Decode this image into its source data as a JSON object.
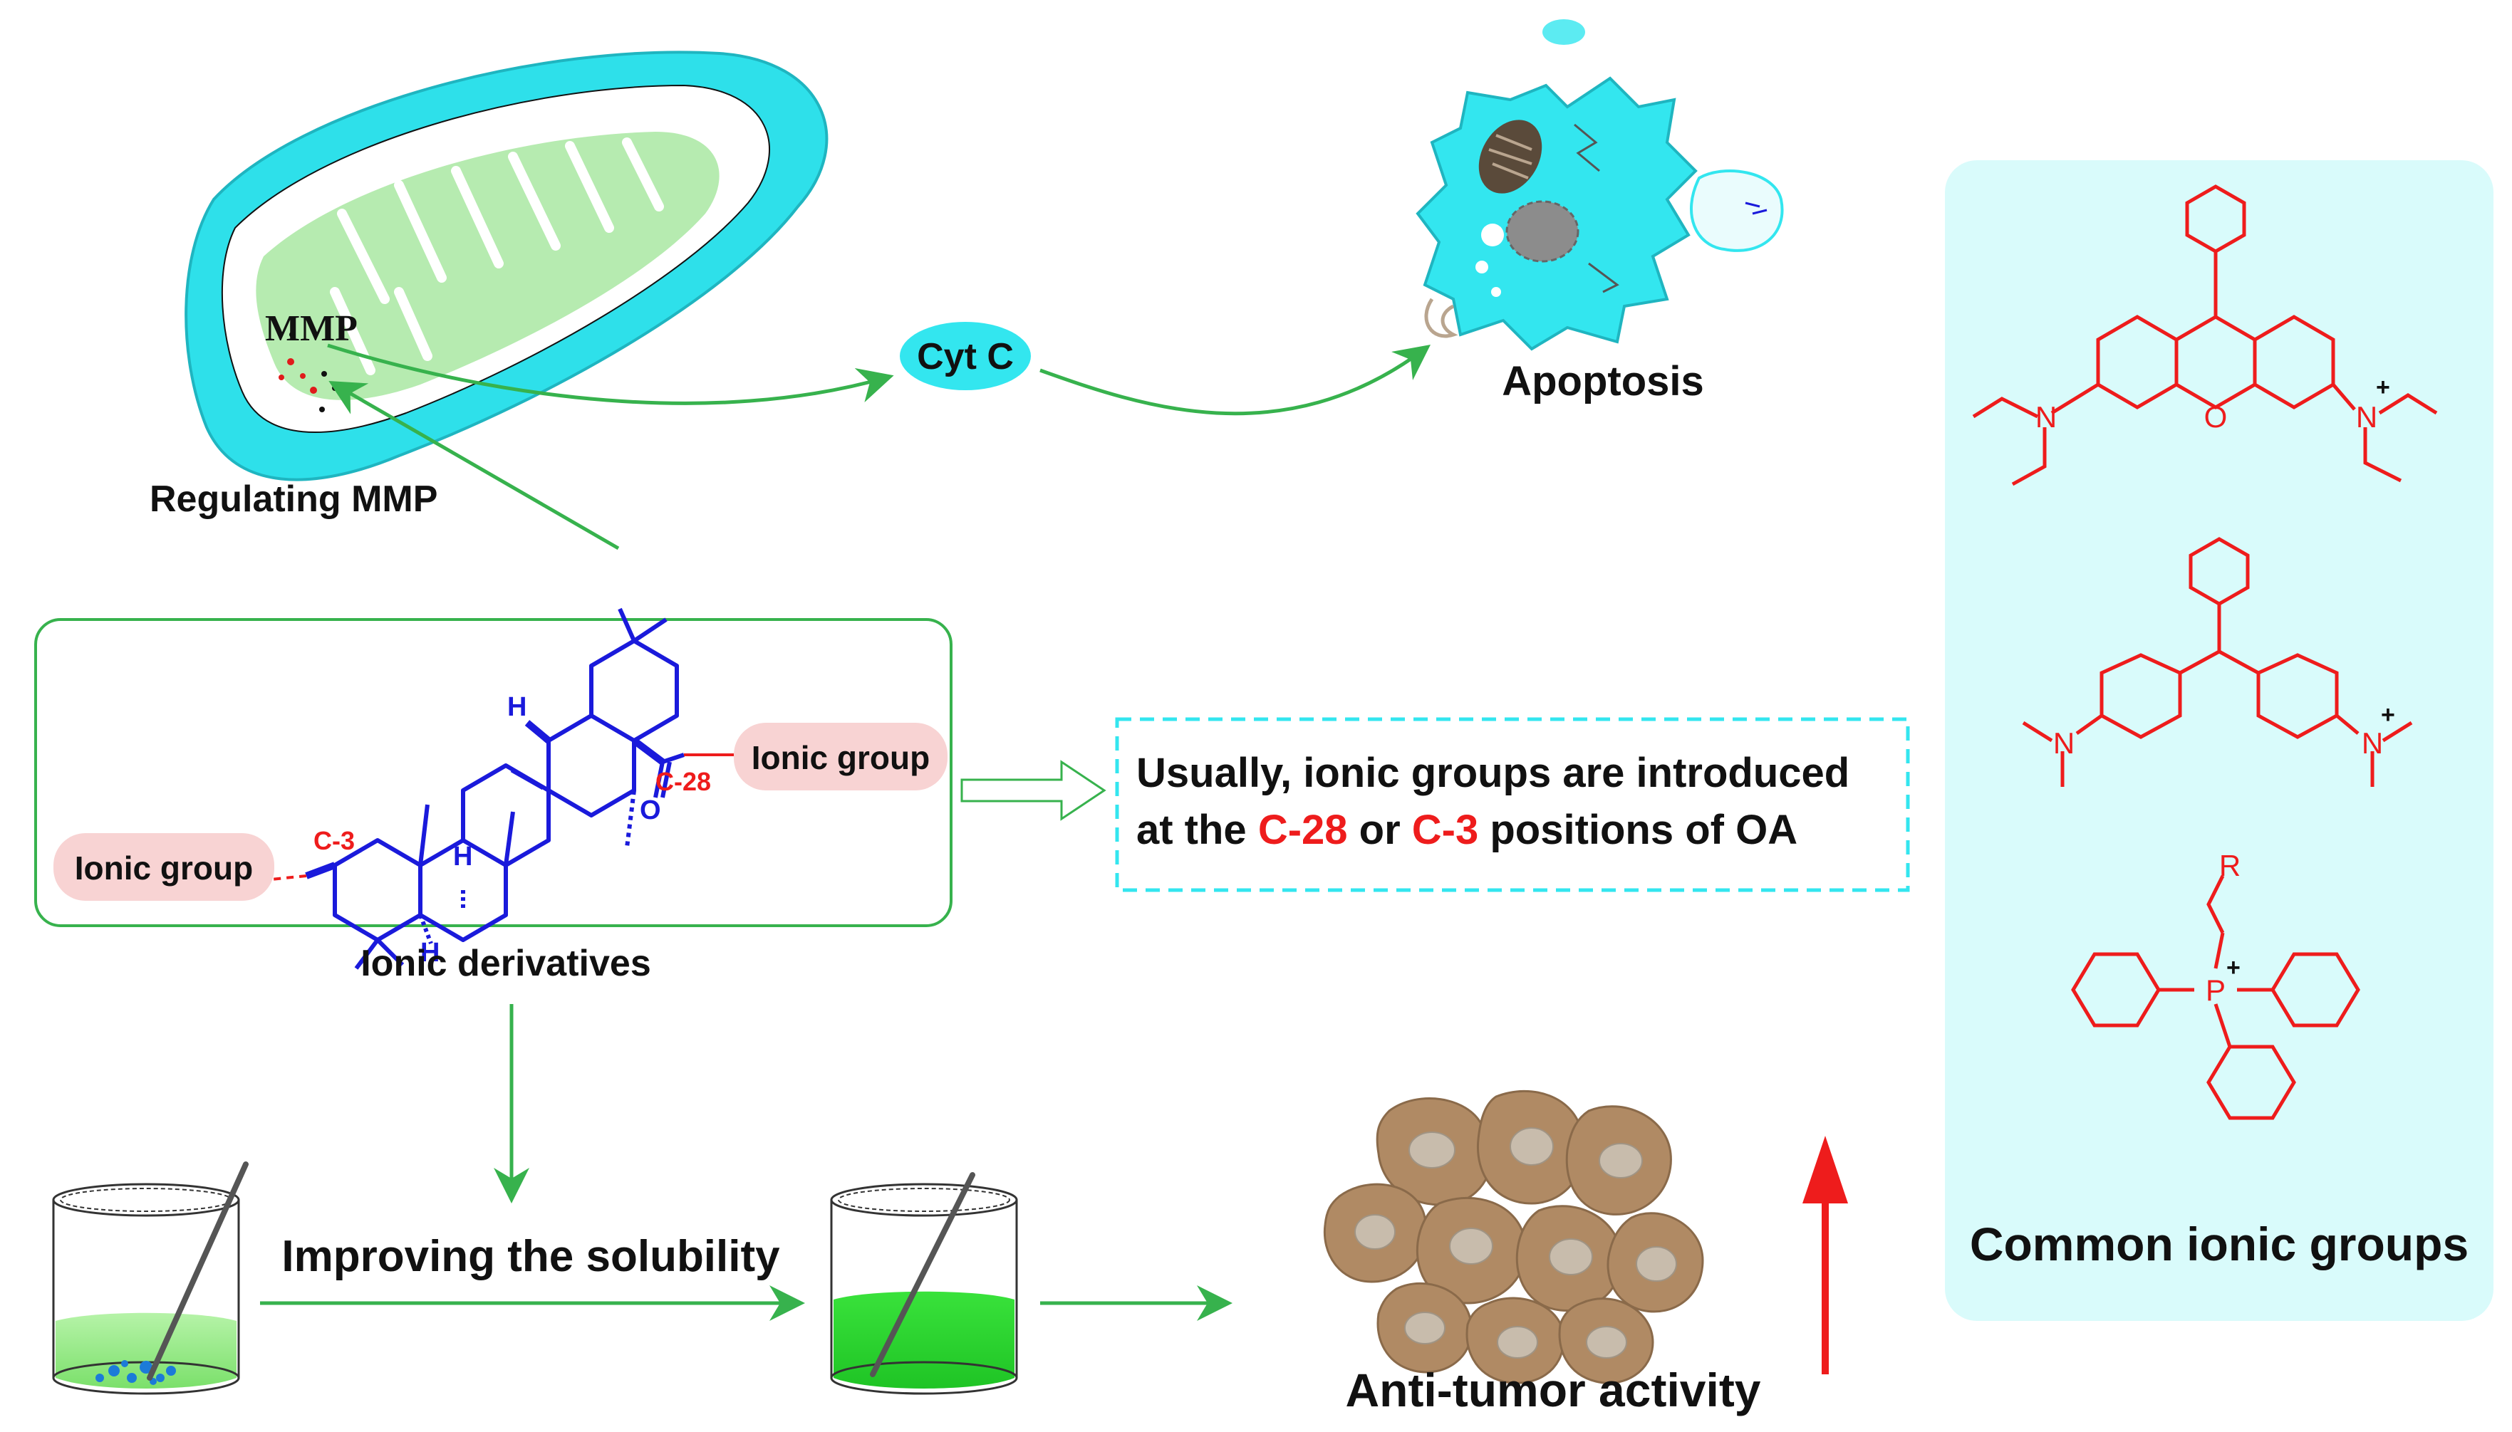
{
  "mitochondrion": {
    "mmp_label": "MMP",
    "regulating_label": "Regulating MMP"
  },
  "cyt_c_label": "Cyt C",
  "apoptosis_label": "Apoptosis",
  "derivatives_box": {
    "ionic_group_left": "Ionic group",
    "ionic_group_right": "Ionic group",
    "c3_label": "C-3",
    "c28_label": "C-28",
    "caption": "Ionic derivatives",
    "atoms": {
      "h": "H",
      "o": "O"
    }
  },
  "note_box": {
    "line1": "Usually, ionic groups are introduced",
    "line2_prefix": "at the ",
    "line2_c28": "C-28",
    "line2_mid": " or ",
    "line2_c3": "C-3",
    "line2_suffix": " positions of OA"
  },
  "solubility_label": "Improving the solubility",
  "antitumor_label": "Anti-tumor activity",
  "common_panel": {
    "title": "Common ionic groups",
    "atoms": {
      "n": "N",
      "o": "O",
      "p": "P",
      "r": "R",
      "plus": "+"
    }
  },
  "colors": {
    "cyan": "#33e6ef",
    "panel_bg": "#d9fbfb",
    "green_arrow": "#37b24d",
    "structure_blue": "#1a1adb",
    "accent_red": "#ee1c1c",
    "pink_pill": "#f8d3d3"
  }
}
